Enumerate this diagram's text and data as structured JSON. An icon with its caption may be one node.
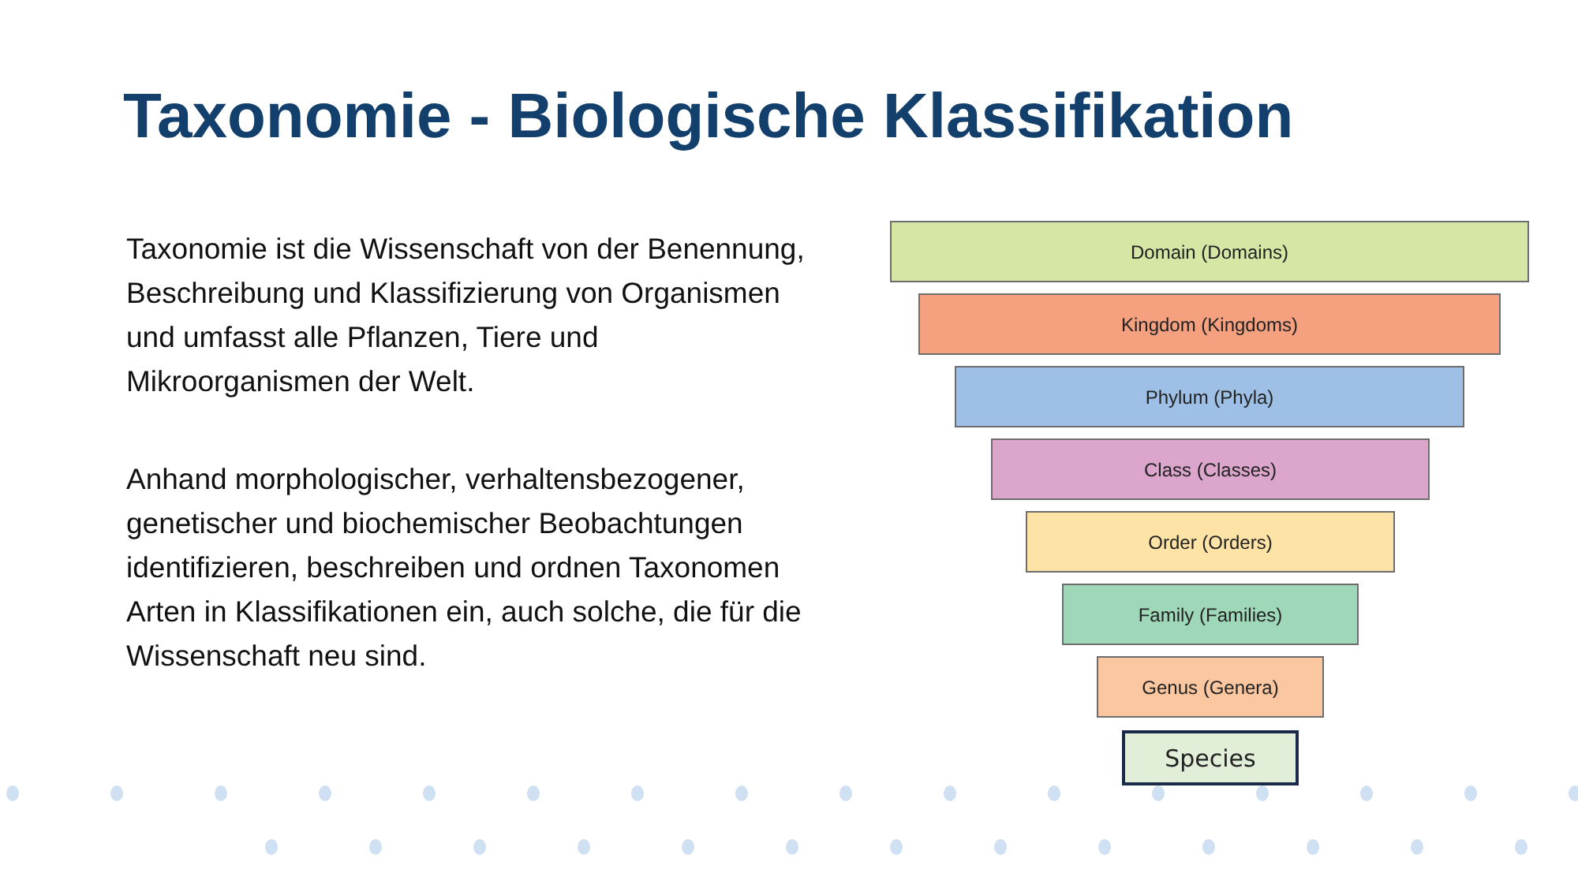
{
  "diagram": {
    "title": "Taxonomie - Biologische Klassifikation",
    "nodes": [
      {
        "text": [
          "Domain (Domains)"
        ]
      },
      {
        "text": [
          "Kingdom (Kingdoms)"
        ]
      },
      {
        "text": [
          "Phylum (Phyla)"
        ]
      },
      {
        "text": [
          "Class (Classes)"
        ]
      },
      {
        "text": [
          "Order (Orders)"
        ]
      },
      {
        "text": [
          "Family (Families)"
        ]
      },
      {
        "text": [
          "Genus (Genera)"
        ]
      },
      {
        "text": [
          "Species"
        ]
      }
    ],
    "edges": [],
    "labels": [
      "Taxonomie ist die Wissenschaft von der Benennung, Beschreibung und Klassifizierung von Organismen und umfasst alle Pflanzen, Tiere und Mikroorganismen der Welt.",
      "Anhand morphologischer, verhaltensbezogener, genetischer und biochemischer Beobachtungen identifizieren, beschreiben und ordnen Taxonomen Arten in Klassifikationen ein, auch solche, die für die Wissenschaft neu sind."
    ]
  }
}
